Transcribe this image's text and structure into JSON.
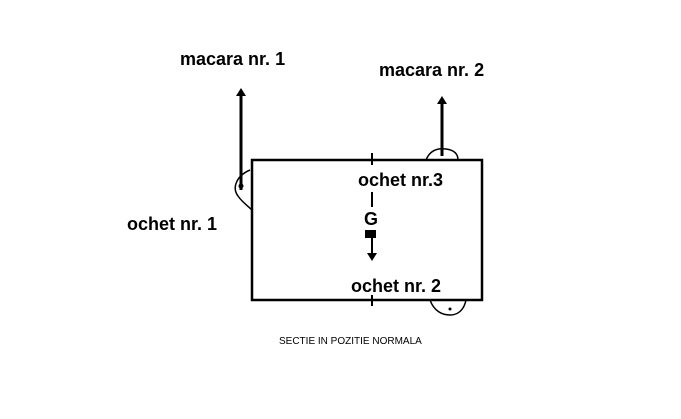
{
  "labels": {
    "crane_1": "macara nr. 1",
    "crane_2": "macara nr. 2",
    "eyelet_1": "ochet nr. 1",
    "eyelet_2": "ochet nr. 2",
    "eyelet_3": "ochet nr.3",
    "center_of_gravity": "G"
  },
  "caption": "SECTIE IN POZITIE NORMALA"
}
